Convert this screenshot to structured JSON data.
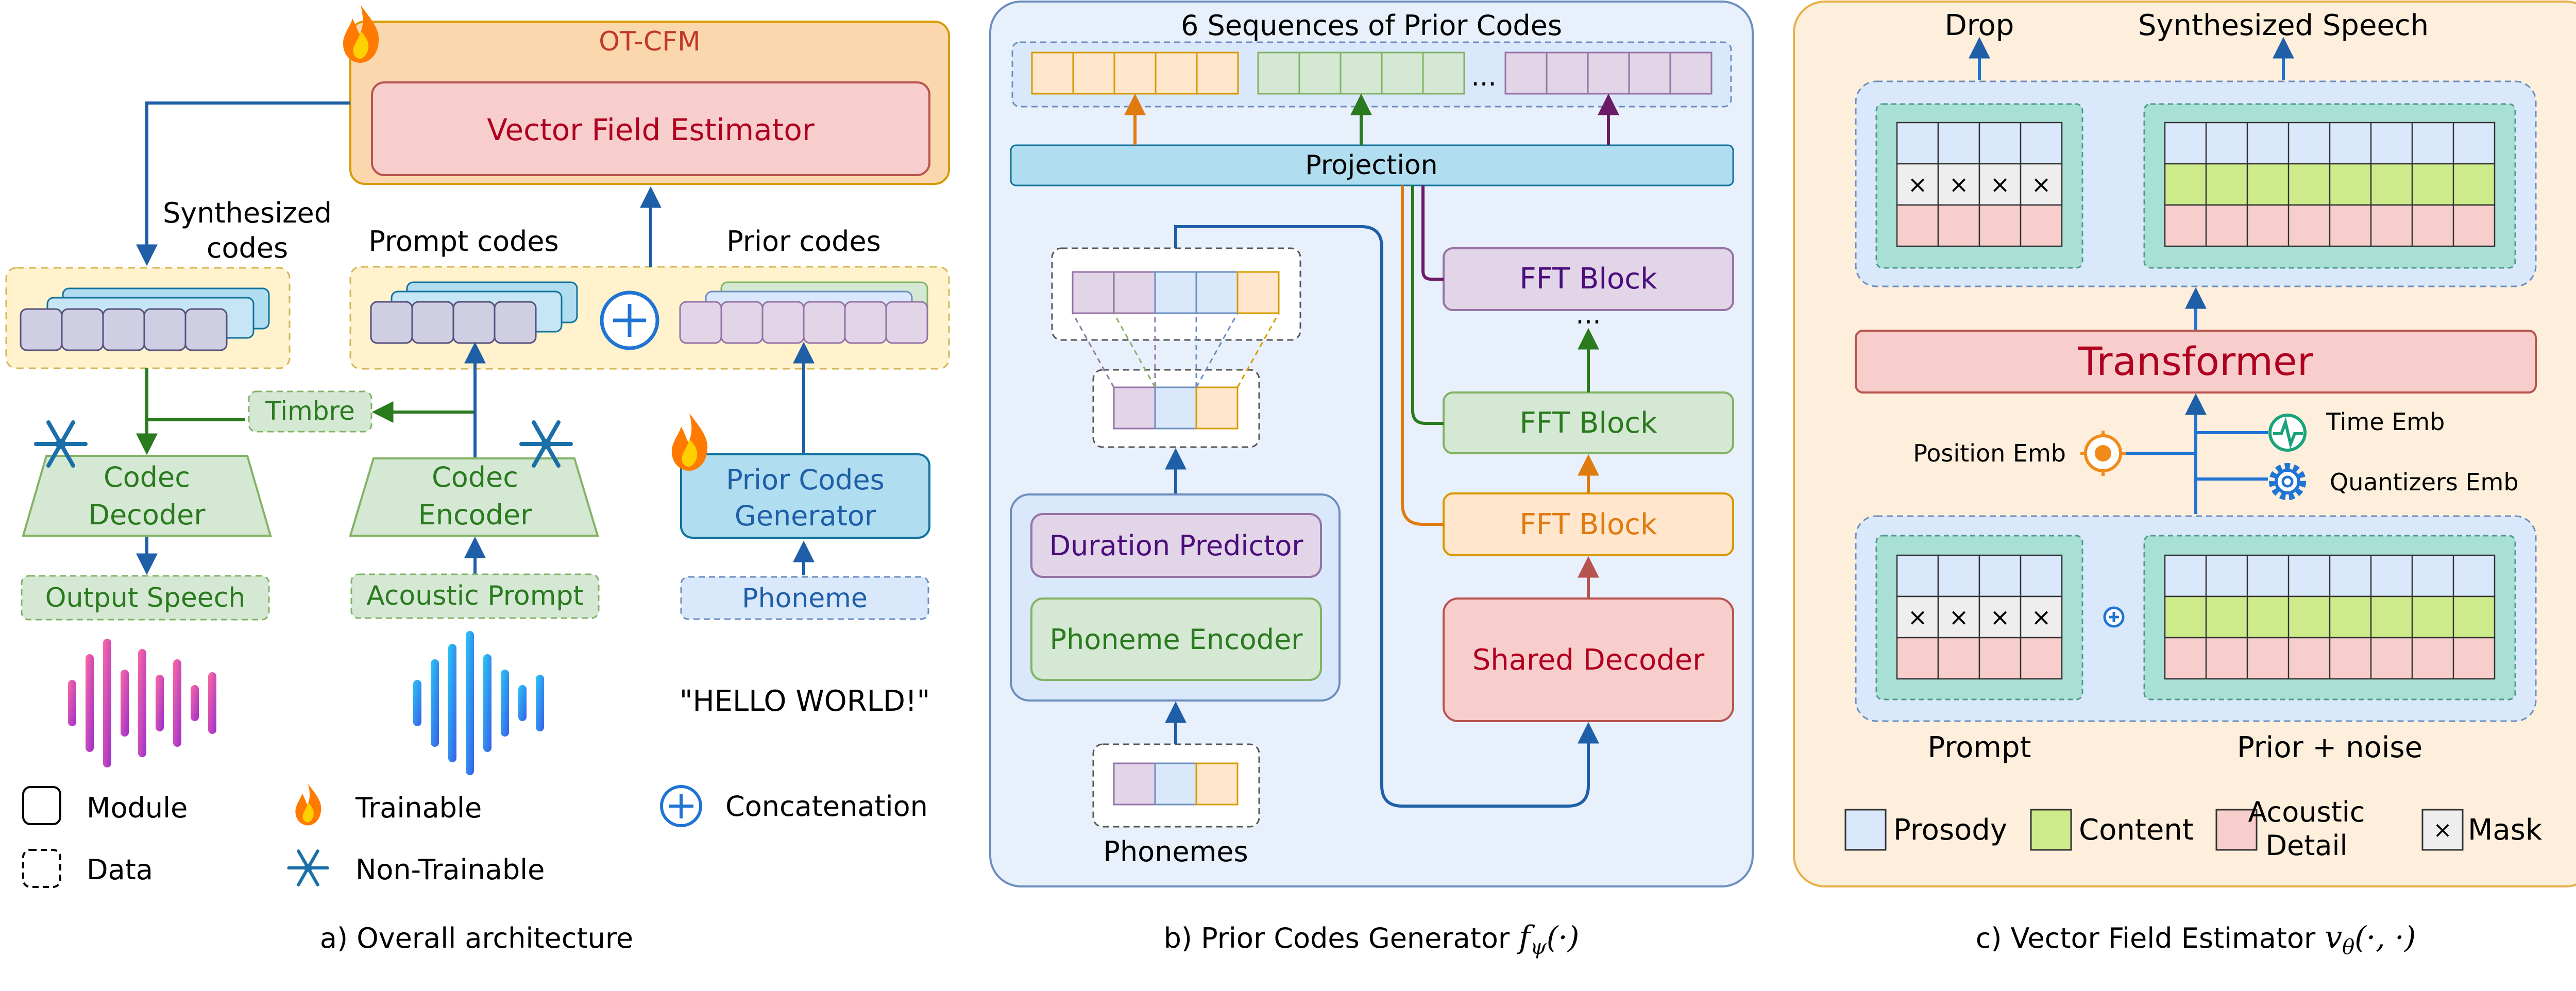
{
  "panel_a": {
    "ot_cfm": "OT-CFM",
    "vector_field_estimator": "Vector Field Estimator",
    "synthesized_codes_1": "Synthesized",
    "synthesized_codes_2": "codes",
    "prompt_codes": "Prompt codes",
    "prior_codes": "Prior codes",
    "timbre": "Timbre",
    "codec_decoder_1": "Codec",
    "codec_decoder_2": "Decoder",
    "codec_encoder_1": "Codec",
    "codec_encoder_2": "Encoder",
    "prior_codes_generator_1": "Prior Codes",
    "prior_codes_generator_2": "Generator",
    "output_speech": "Output Speech",
    "acoustic_prompt": "Acoustic Prompt",
    "phoneme": "Phoneme",
    "hello_world": "\"HELLO WORLD!\"",
    "legend": {
      "module": "Module",
      "data": "Data",
      "trainable": "Trainable",
      "non_trainable": "Non-Trainable",
      "concatenation": "Concatenation"
    },
    "caption": "a) Overall architecture"
  },
  "panel_b": {
    "title": "6 Sequences of Prior Codes",
    "ellipsis_top": "...",
    "projection": "Projection",
    "fft_block_top": "FFT Block",
    "ellipsis_mid": "...",
    "fft_block_mid": "FFT Block",
    "fft_block_low": "FFT Block",
    "shared_decoder": "Shared Decoder",
    "duration_predictor": "Duration Predictor",
    "phoneme_encoder": "Phoneme Encoder",
    "phonemes": "Phonemes",
    "caption_text": "b) Prior Codes Generator",
    "caption_math_f": "f",
    "caption_math_sub": "ψ",
    "caption_math_arg": "(·)"
  },
  "panel_c": {
    "drop": "Drop",
    "synthesized_speech": "Synthesized Speech",
    "transformer": "Transformer",
    "time_emb": "Time Emb",
    "position_emb": "Position Emb",
    "quantizers_emb": "Quantizers Emb",
    "mask_mark": "×",
    "prompt": "Prompt",
    "prior_noise": "Prior + noise",
    "legend": {
      "prosody": "Prosody",
      "content": "Content",
      "acoustic_1": "Acoustic",
      "acoustic_2": "Detail",
      "mask": "Mask"
    },
    "caption_text": "c) Vector Field Estimator",
    "caption_math_v": "v",
    "caption_math_sub": "θ",
    "caption_math_arg": "(·, ·)"
  },
  "colors": {
    "blue_arrow": "#1f5fa8",
    "green_arrow": "#2a7a1e",
    "orange_arrow": "#e07b10",
    "purple_arrow": "#6b1a66",
    "module_green_fill": "#d5e8d4",
    "module_orange_fill": "#fad7ac",
    "module_red_fill": "#f8cecc",
    "module_purple_fill": "#e1d5e7",
    "module_blue_fill": "#b1ddf0",
    "prosody": "#dae8fc",
    "content": "#cdeb8b",
    "acoustic": "#f8cecc",
    "mask": "#eeeeee",
    "panel_b_bg": "#e8f0fb",
    "panel_c_bg": "#fdefdc"
  },
  "icons": [
    "fire-icon",
    "snowflake-icon",
    "concat-plus-icon",
    "waveform-icon",
    "heartbeat-icon",
    "gear-icon",
    "target-icon"
  ]
}
